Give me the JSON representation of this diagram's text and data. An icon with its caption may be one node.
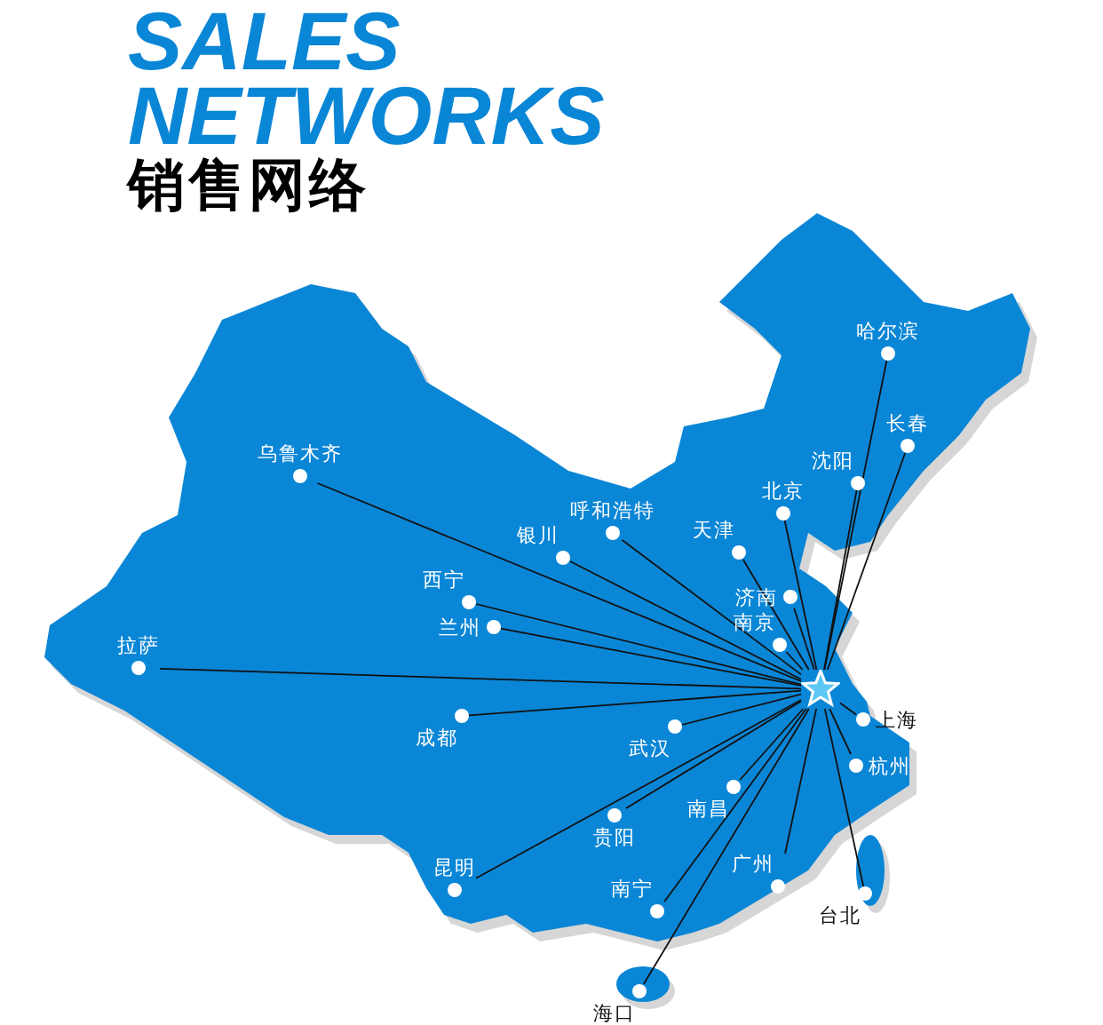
{
  "diagram": {
    "title": "SALES NETWORKS",
    "labels": [
      "销售网络"
    ],
    "nodes": [
      {
        "text": [],
        "shape": "star"
      },
      {
        "text": [
          "哈尔滨"
        ]
      },
      {
        "text": [
          "乌鲁木齐"
        ]
      },
      {
        "text": [
          "长春"
        ]
      },
      {
        "text": [
          "沈阳"
        ]
      },
      {
        "text": [
          "北京"
        ]
      },
      {
        "text": [
          "呼和浩特"
        ]
      },
      {
        "text": [
          "天津"
        ]
      },
      {
        "text": [
          "银川"
        ]
      },
      {
        "text": [
          "济南"
        ]
      },
      {
        "text": [
          "西宁"
        ]
      },
      {
        "text": [
          "南京"
        ]
      },
      {
        "text": [
          "兰州"
        ]
      },
      {
        "text": [
          "拉萨"
        ]
      },
      {
        "text": [
          "上海"
        ]
      },
      {
        "text": [
          "成都"
        ]
      },
      {
        "text": [
          "武汉"
        ]
      },
      {
        "text": [
          "杭州"
        ]
      },
      {
        "text": [
          "南昌"
        ]
      },
      {
        "text": [
          "贵阳"
        ]
      },
      {
        "text": [
          "昆明"
        ]
      },
      {
        "text": [
          "广州"
        ]
      },
      {
        "text": [
          "南宁"
        ]
      },
      {
        "text": [
          "台北"
        ]
      },
      {
        "text": [
          "海口"
        ]
      }
    ],
    "edges": [
      {
        "from": 0,
        "to": 1,
        "arrow": "none"
      },
      {
        "from": 0,
        "to": 2,
        "arrow": "none"
      },
      {
        "from": 0,
        "to": 3,
        "arrow": "none"
      },
      {
        "from": 0,
        "to": 4,
        "arrow": "none"
      },
      {
        "from": 0,
        "to": 5,
        "arrow": "none"
      },
      {
        "from": 0,
        "to": 6,
        "arrow": "none"
      },
      {
        "from": 0,
        "to": 7,
        "arrow": "none"
      },
      {
        "from": 0,
        "to": 8,
        "arrow": "none"
      },
      {
        "from": 0,
        "to": 9,
        "arrow": "none"
      },
      {
        "from": 0,
        "to": 10,
        "arrow": "none"
      },
      {
        "from": 0,
        "to": 11,
        "arrow": "none"
      },
      {
        "from": 0,
        "to": 12,
        "arrow": "none"
      },
      {
        "from": 0,
        "to": 13,
        "arrow": "none"
      },
      {
        "from": 0,
        "to": 14,
        "arrow": "none"
      },
      {
        "from": 0,
        "to": 15,
        "arrow": "none"
      },
      {
        "from": 0,
        "to": 16,
        "arrow": "none"
      },
      {
        "from": 0,
        "to": 17,
        "arrow": "none"
      },
      {
        "from": 0,
        "to": 18,
        "arrow": "none"
      },
      {
        "from": 0,
        "to": 19,
        "arrow": "none"
      },
      {
        "from": 0,
        "to": 20,
        "arrow": "none"
      },
      {
        "from": 0,
        "to": 21,
        "arrow": "none"
      },
      {
        "from": 0,
        "to": 22,
        "arrow": "none"
      },
      {
        "from": 0,
        "to": 23,
        "arrow": "none"
      },
      {
        "from": 0,
        "to": 24,
        "arrow": "none"
      }
    ]
  }
}
